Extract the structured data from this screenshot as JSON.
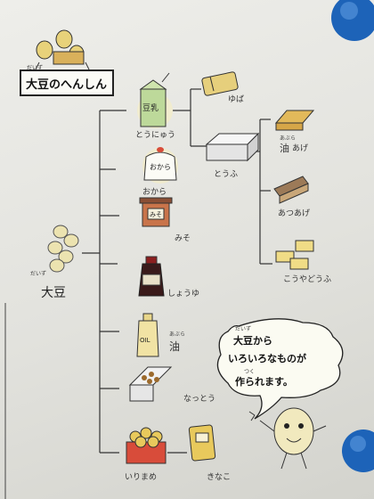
{
  "title": {
    "text": "大豆のへんしん",
    "furigana": "だいず"
  },
  "root": {
    "label": "大豆",
    "furigana": "だいず"
  },
  "products": {
    "tonyu": "とうにゅう",
    "yuba": "ゆば",
    "tofu": "とうふ",
    "aburaage": {
      "label": "あげ",
      "kanji": "油",
      "furigana": "あぶら"
    },
    "atsuage": "あつあげ",
    "koyadofu": "こうやどうふ",
    "okara": "おから",
    "miso": "みそ",
    "shoyu": "しょうゆ",
    "abura": {
      "label": "油",
      "furigana": "あぶら"
    },
    "natto": "なっとう",
    "irimame": "いりまめ",
    "kinako": "きなこ"
  },
  "item_text": {
    "soymilk_box": "豆乳",
    "okara_bag": "おから",
    "miso_jar": "みそ",
    "oil_bottle": "OIL"
  },
  "speech_bubble": {
    "lines": [
      "大豆から",
      "いろいろなものが",
      "作られます。"
    ],
    "furigana_daizu": "だいず",
    "furigana_tsuku": "つく"
  }
}
